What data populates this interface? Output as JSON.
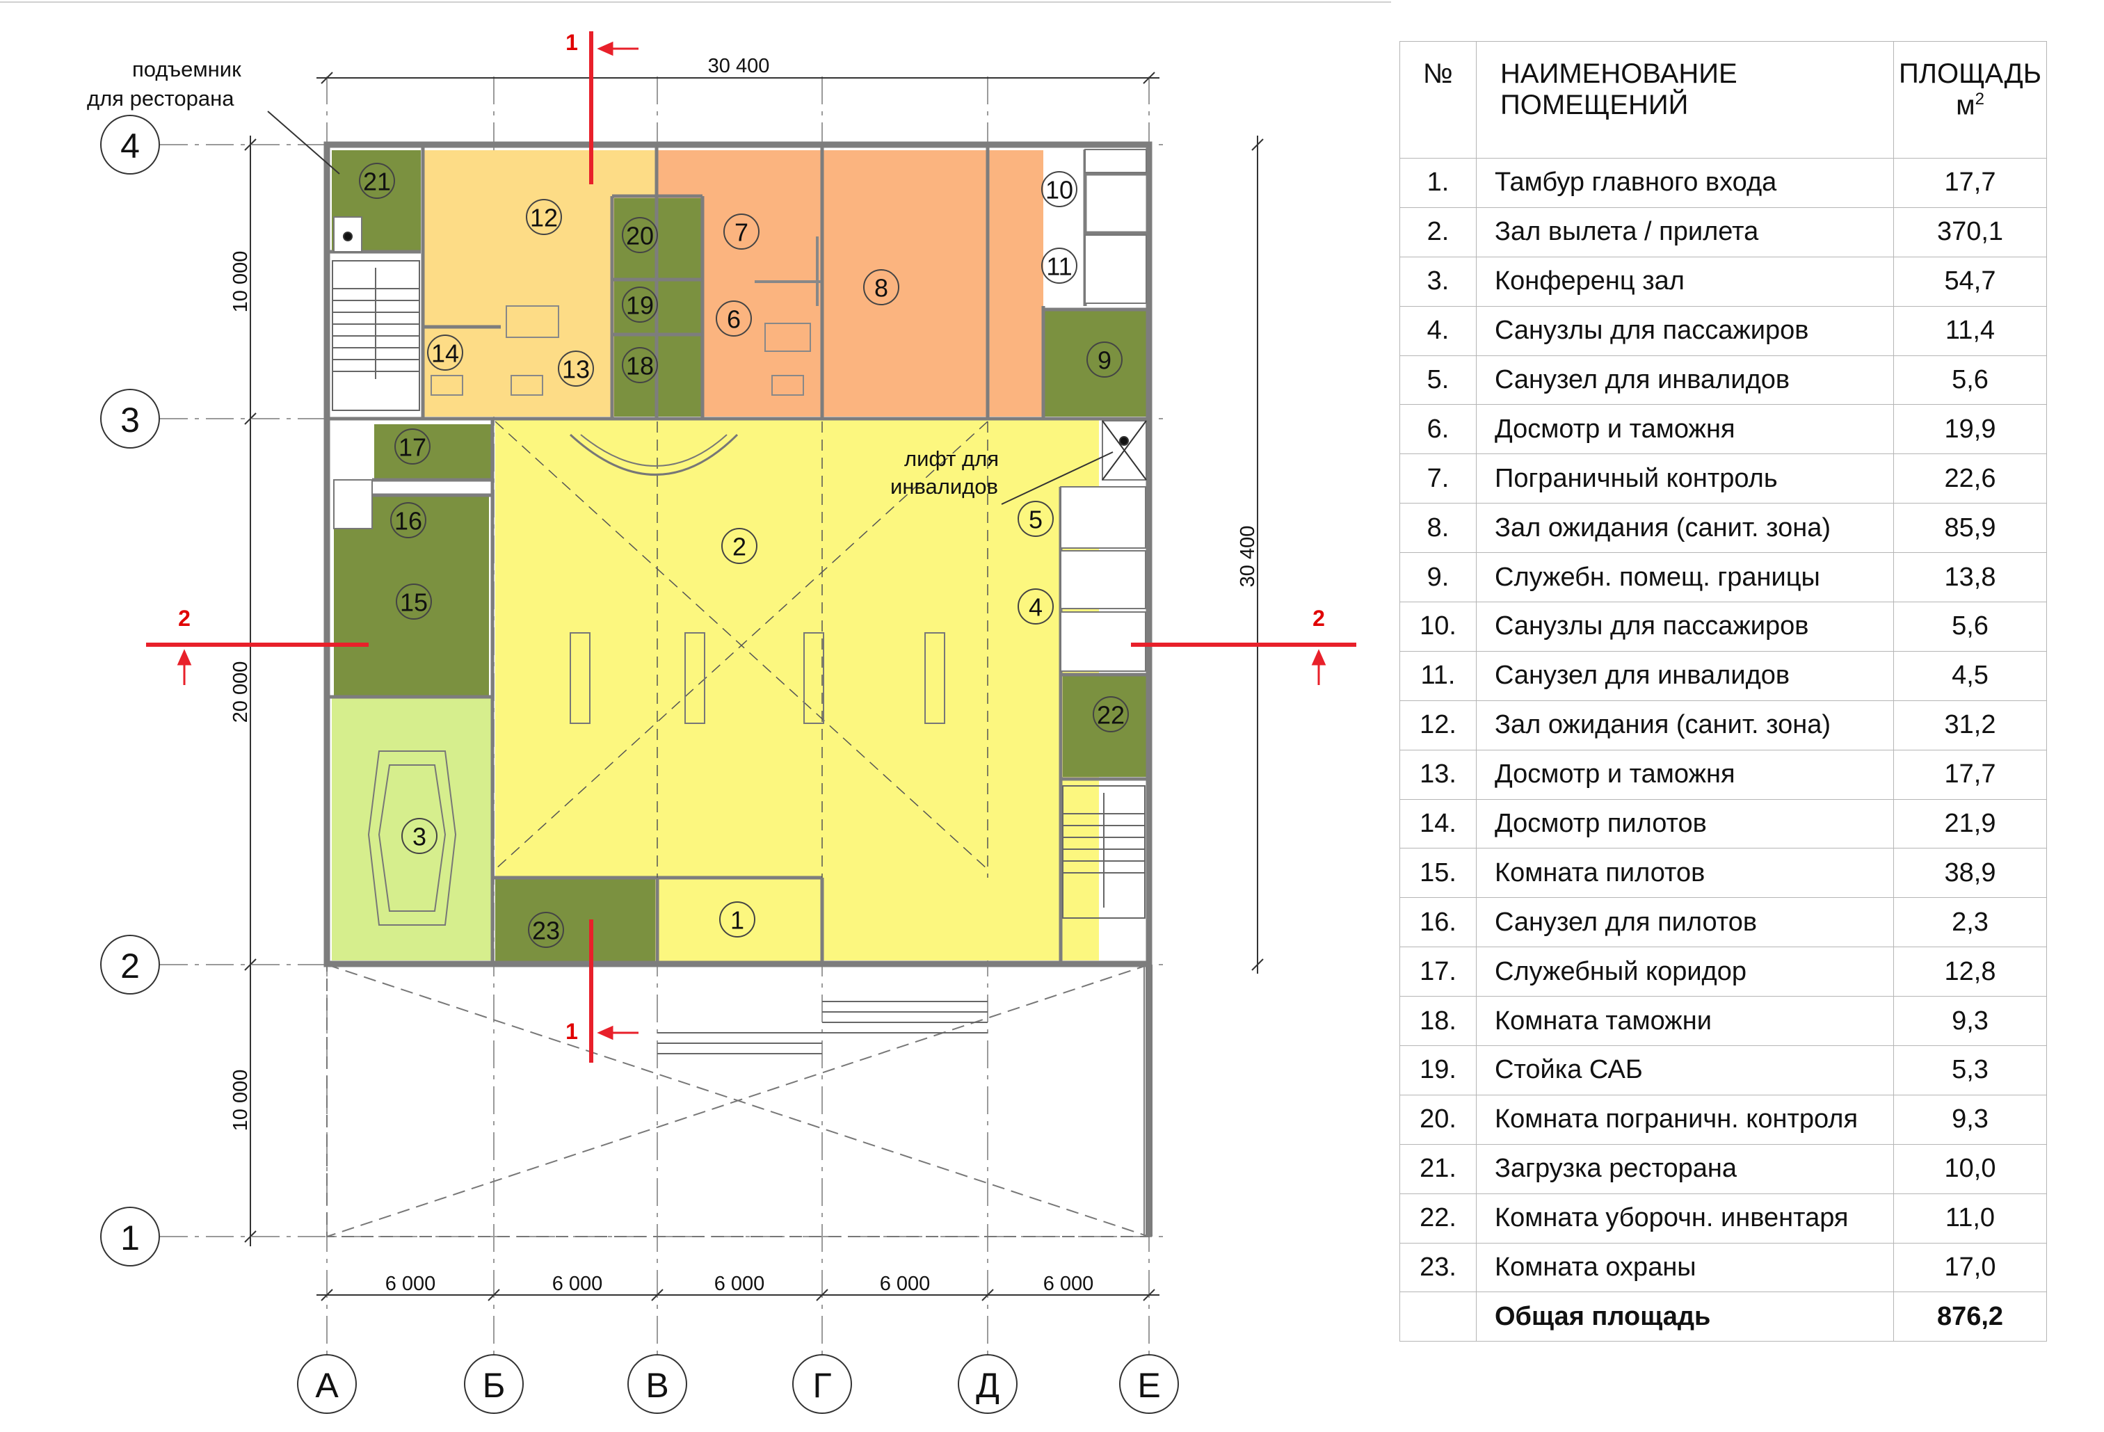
{
  "plan": {
    "axes_letters": [
      "А",
      "Б",
      "В",
      "Г",
      "Д",
      "Е"
    ],
    "axes_numbers": [
      "4",
      "3",
      "2",
      "1"
    ],
    "dims": {
      "overall_width": "30 400",
      "bay": [
        "6 000",
        "6 000",
        "6 000",
        "6 000",
        "6 000"
      ],
      "left_top": "10 000",
      "left_mid": "20 000",
      "left_bottom": "10 000",
      "right_overall": "30 400"
    },
    "notes": {
      "lift_rest_1": "подъемник",
      "lift_rest_2": "для ресторана",
      "lift_inv_1": "лифт для",
      "lift_inv_2": "инвалидов"
    },
    "sections": {
      "s1_top": "1",
      "s1_bottom": "1",
      "s2_left": "2",
      "s2_right": "2"
    },
    "rooms": [
      "1",
      "2",
      "3",
      "4",
      "5",
      "6",
      "7",
      "8",
      "9",
      "10",
      "11",
      "12",
      "13",
      "14",
      "15",
      "16",
      "17",
      "18",
      "19",
      "20",
      "21",
      "22",
      "23"
    ],
    "colors": {
      "hall": "#fcf77f",
      "clean_zone_1": "#fddc86",
      "clean_zone_2": "#fbb47f",
      "service": "#7b9140",
      "conference": "#d6ee8d",
      "section_line": "#e8202a",
      "wall": "#8a8a8a",
      "grid_line": "#999999"
    }
  },
  "table": {
    "headers": {
      "no": "№",
      "name_1": "НАИМЕНОВАНИЕ",
      "name_2": "ПОМЕЩЕНИЙ",
      "area_1": "ПЛОЩАДЬ",
      "area_2": "м",
      "area_sup": "2"
    },
    "rows": [
      {
        "no": "1.",
        "name": "Тамбур главного входа",
        "area": "17,7"
      },
      {
        "no": "2.",
        "name": "Зал вылета / прилета",
        "area": "370,1"
      },
      {
        "no": "3.",
        "name": "Конференц зал",
        "area": "54,7"
      },
      {
        "no": "4.",
        "name": "Санузлы для пассажиров",
        "area": "11,4"
      },
      {
        "no": "5.",
        "name": "Санузел для инвалидов",
        "area": "5,6"
      },
      {
        "no": "6.",
        "name": "Досмотр и таможня",
        "area": "19,9"
      },
      {
        "no": "7.",
        "name": "Пограничный контроль",
        "area": "22,6"
      },
      {
        "no": "8.",
        "name": "Зал ожидания (санит. зона)",
        "area": "85,9"
      },
      {
        "no": "9.",
        "name": "Служебн. помещ. границы",
        "area": "13,8"
      },
      {
        "no": "10.",
        "name": "Санузлы для пассажиров",
        "area": "5,6"
      },
      {
        "no": "11.",
        "name": "Санузел для инвалидов",
        "area": "4,5"
      },
      {
        "no": "12.",
        "name": "Зал ожидания (санит. зона)",
        "area": "31,2"
      },
      {
        "no": "13.",
        "name": "Досмотр и таможня",
        "area": "17,7"
      },
      {
        "no": "14.",
        "name": "Досмотр пилотов",
        "area": "21,9"
      },
      {
        "no": "15.",
        "name": "Комната пилотов",
        "area": "38,9"
      },
      {
        "no": "16.",
        "name": "Санузел для пилотов",
        "area": "2,3"
      },
      {
        "no": "17.",
        "name": "Служебный коридор",
        "area": "12,8"
      },
      {
        "no": "18.",
        "name": "Комната таможни",
        "area": "9,3"
      },
      {
        "no": "19.",
        "name": "Стойка САБ",
        "area": "5,3"
      },
      {
        "no": "20.",
        "name": "Комната пограничн. контроля",
        "area": "9,3"
      },
      {
        "no": "21.",
        "name": "Загрузка ресторана",
        "area": "10,0"
      },
      {
        "no": "22.",
        "name": "Комната уборочн. инвентаря",
        "area": "11,0"
      },
      {
        "no": "23.",
        "name": "Комната охраны",
        "area": "17,0"
      }
    ],
    "total": {
      "label": "Общая площадь",
      "area": "876,2"
    }
  }
}
